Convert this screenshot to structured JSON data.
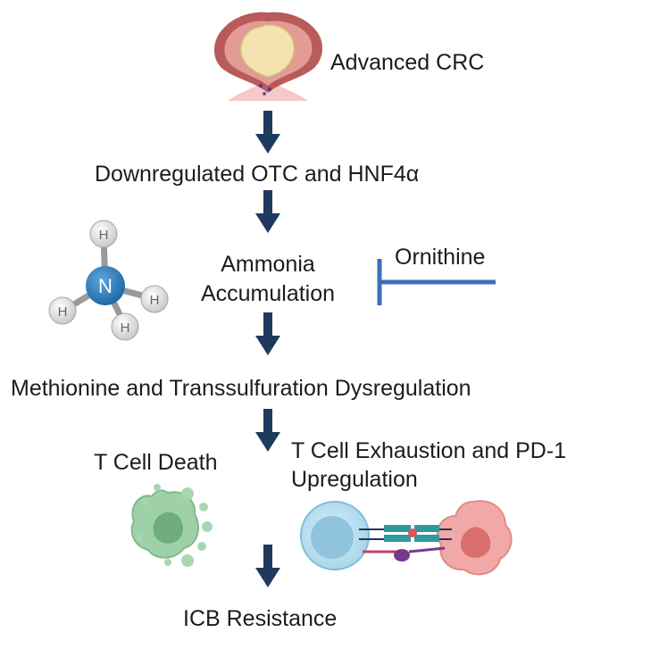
{
  "steps": {
    "advanced_crc": "Advanced CRC",
    "otc_hnf4a": "Downregulated OTC and HNF4α",
    "ammonia_line1": "Ammonia",
    "ammonia_line2": "Accumulation",
    "ornithine": "Ornithine",
    "methionine": "Methionine and Transsulfuration Dysregulation",
    "t_cell_death": "T Cell Death",
    "exhaustion_line1": "T Cell Exhaustion and PD-1",
    "exhaustion_line2": "Upregulation",
    "icb_resistance": "ICB Resistance"
  },
  "ammonia_molecule": {
    "center_atom": "N",
    "hydrogen_atoms": [
      "H",
      "H",
      "H",
      "H"
    ]
  },
  "colors": {
    "arrow": "#1f3a5f",
    "inhibition": "#3d6fb6",
    "nitrogen": "#2a7ab8",
    "dead_cell": "#8fc79a",
    "t_cell": "#a9d8ec",
    "tumor_cell": "#e9807e"
  }
}
